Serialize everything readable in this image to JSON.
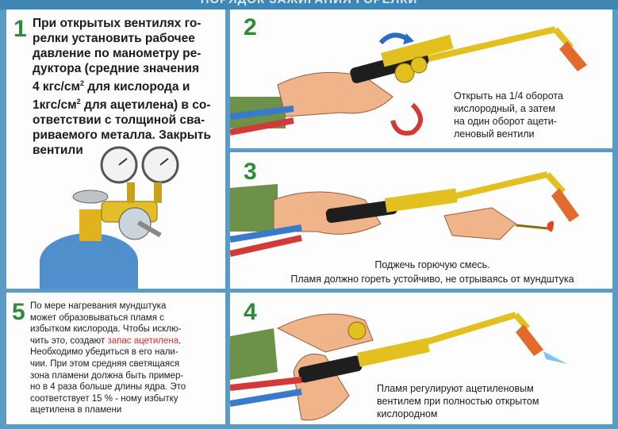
{
  "header": {
    "title": "ПОРЯДОК ЗАЖИГАНИЯ ГОРЕЛКИ"
  },
  "steps": [
    {
      "number": "1",
      "lines": [
        "При открытых вентилях го-",
        "релки установить рабочее",
        "давление по манометру ре-",
        "дуктора (средние значения",
        "4 кгс/см",
        "2",
        " для кислорода и",
        "1кгс/см",
        "2",
        " для ацетилена) в со-",
        "ответствии с толщиной сва-",
        "риваемого металла. Закрыть",
        "вентили"
      ]
    },
    {
      "number": "2",
      "lines": [
        "Открыть на 1/4 оборота",
        "кислородный, а затем",
        "на один оборот ацети-",
        "леновый вентили"
      ]
    },
    {
      "number": "3",
      "lines": [
        "Поджечь горючую смесь.",
        "Пламя должно гореть устойчиво, не отрываясь от мундштука"
      ]
    },
    {
      "number": "4",
      "lines": [
        "Пламя регулируют ацетиленовым",
        "вентилем при полностью открытом",
        "кислородном"
      ]
    },
    {
      "number": "5",
      "lines": [
        "По мере нагревания мундштука",
        "может образовываться пламя с",
        "избытком кислорода. Чтобы исклю-",
        "чить это, создают ",
        "запас ацетилена",
        ".",
        "Необходимо убедиться в его нали-",
        "чии. При этом средняя светящаяся",
        "зона пламени должна быть пример-",
        "но в 4 раза больше длины ядра. Это",
        "соответствует 15 % - ному избытку",
        "ацетилена в пламени"
      ]
    }
  ],
  "colors": {
    "number": "#2f8a3a",
    "highlight": "#d62c2c",
    "border": "#5b9cc6"
  }
}
